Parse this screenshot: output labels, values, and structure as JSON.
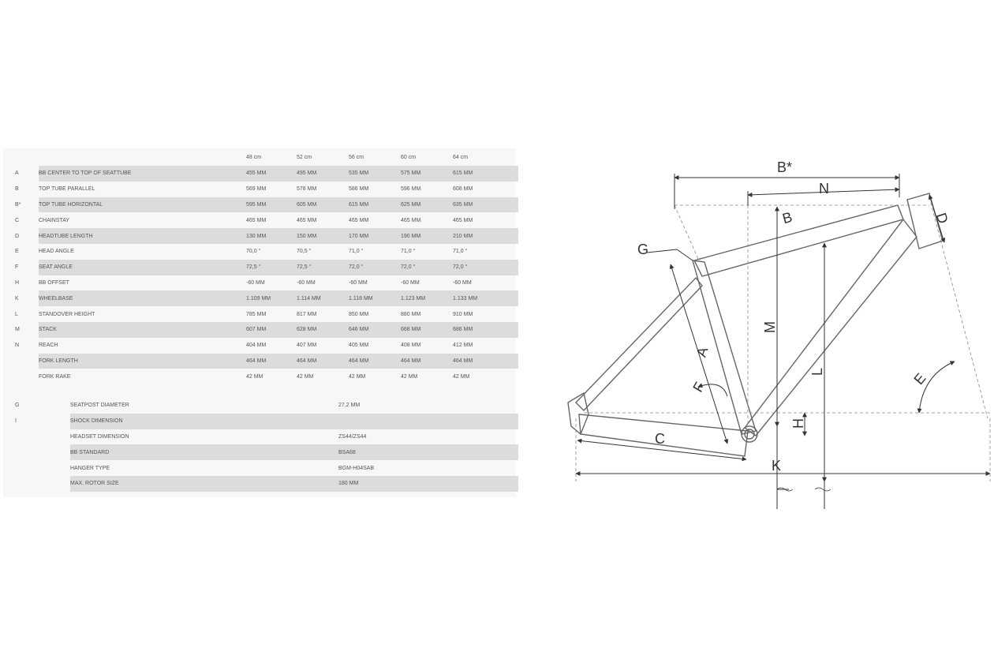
{
  "geometry": {
    "sizes": [
      "48 cm",
      "52 cm",
      "56 cm",
      "60 cm",
      "64 cm"
    ],
    "rows": [
      {
        "code": "A",
        "label": "BB CENTER TO TOP OF SEATTUBE",
        "values": [
          "455 MM",
          "495 MM",
          "535 MM",
          "575 MM",
          "615 MM"
        ]
      },
      {
        "code": "B",
        "label": "TOP TUBE PARALLEL",
        "values": [
          "569 MM",
          "578 MM",
          "586 MM",
          "596 MM",
          "608 MM"
        ]
      },
      {
        "code": "B*",
        "label": "TOP TUBE HORIZONTAL",
        "values": [
          "595 MM",
          "605 MM",
          "615 MM",
          "625 MM",
          "635 MM"
        ]
      },
      {
        "code": "C",
        "label": "CHAINSTAY",
        "values": [
          "465 MM",
          "465 MM",
          "465 MM",
          "465 MM",
          "465 MM"
        ]
      },
      {
        "code": "D",
        "label": "HEADTUBE LENGTH",
        "values": [
          "130 MM",
          "150 MM",
          "170 MM",
          "190 MM",
          "210 MM"
        ]
      },
      {
        "code": "E",
        "label": "HEAD ANGLE",
        "values": [
          "70,0 °",
          "70,5 °",
          "71,0 °",
          "71,0 °",
          "71,0 °"
        ]
      },
      {
        "code": "F",
        "label": "SEAT ANGLE",
        "values": [
          "72,5 °",
          "72,5 °",
          "72,0 °",
          "72,0 °",
          "72,0 °"
        ]
      },
      {
        "code": "H",
        "label": "BB OFFSET",
        "values": [
          "-60 MM",
          "-60 MM",
          "-60 MM",
          "-60 MM",
          "-60 MM"
        ]
      },
      {
        "code": "K",
        "label": "WHEELBASE",
        "values": [
          "1.109 MM",
          "1.114 MM",
          "1.118 MM",
          "1.123 MM",
          "1.133 MM"
        ]
      },
      {
        "code": "L",
        "label": "STANDOVER HEIGHT",
        "values": [
          "785 MM",
          "817 MM",
          "850 MM",
          "880 MM",
          "910 MM"
        ]
      },
      {
        "code": "M",
        "label": "STACK",
        "values": [
          "607 MM",
          "628 MM",
          "646 MM",
          "668 MM",
          "686 MM"
        ]
      },
      {
        "code": "N",
        "label": "REACH",
        "values": [
          "404 MM",
          "407 MM",
          "405 MM",
          "408 MM",
          "412 MM"
        ]
      },
      {
        "code": "",
        "label": "FORK LENGTH",
        "values": [
          "464 MM",
          "464 MM",
          "464 MM",
          "464 MM",
          "464 MM"
        ]
      },
      {
        "code": "",
        "label": "FORK RAKE",
        "values": [
          "42 MM",
          "42 MM",
          "42 MM",
          "42 MM",
          "42 MM"
        ]
      }
    ]
  },
  "specs": [
    {
      "code": "G",
      "label": "SEATPOST DIAMETER",
      "value": "27,2 MM"
    },
    {
      "code": "I",
      "label": "SHOCK DIMENSION",
      "value": ""
    },
    {
      "code": "",
      "label": "HEADSET DIMENSION",
      "value": "ZS44/ZS44"
    },
    {
      "code": "",
      "label": "BB STANDARD",
      "value": "BSA68"
    },
    {
      "code": "",
      "label": "HANGER TYPE",
      "value": "BGM-H04SAB"
    },
    {
      "code": "",
      "label": "MAX. ROTOR SIZE",
      "value": "180 MM"
    }
  ],
  "diagram": {
    "labels": {
      "B_star": "B*",
      "N": "N",
      "B": "B",
      "D": "D",
      "G": "G",
      "M": "M",
      "A": "A",
      "F": "F",
      "L": "L",
      "E": "E",
      "H": "H",
      "C": "C",
      "K": "K"
    }
  }
}
